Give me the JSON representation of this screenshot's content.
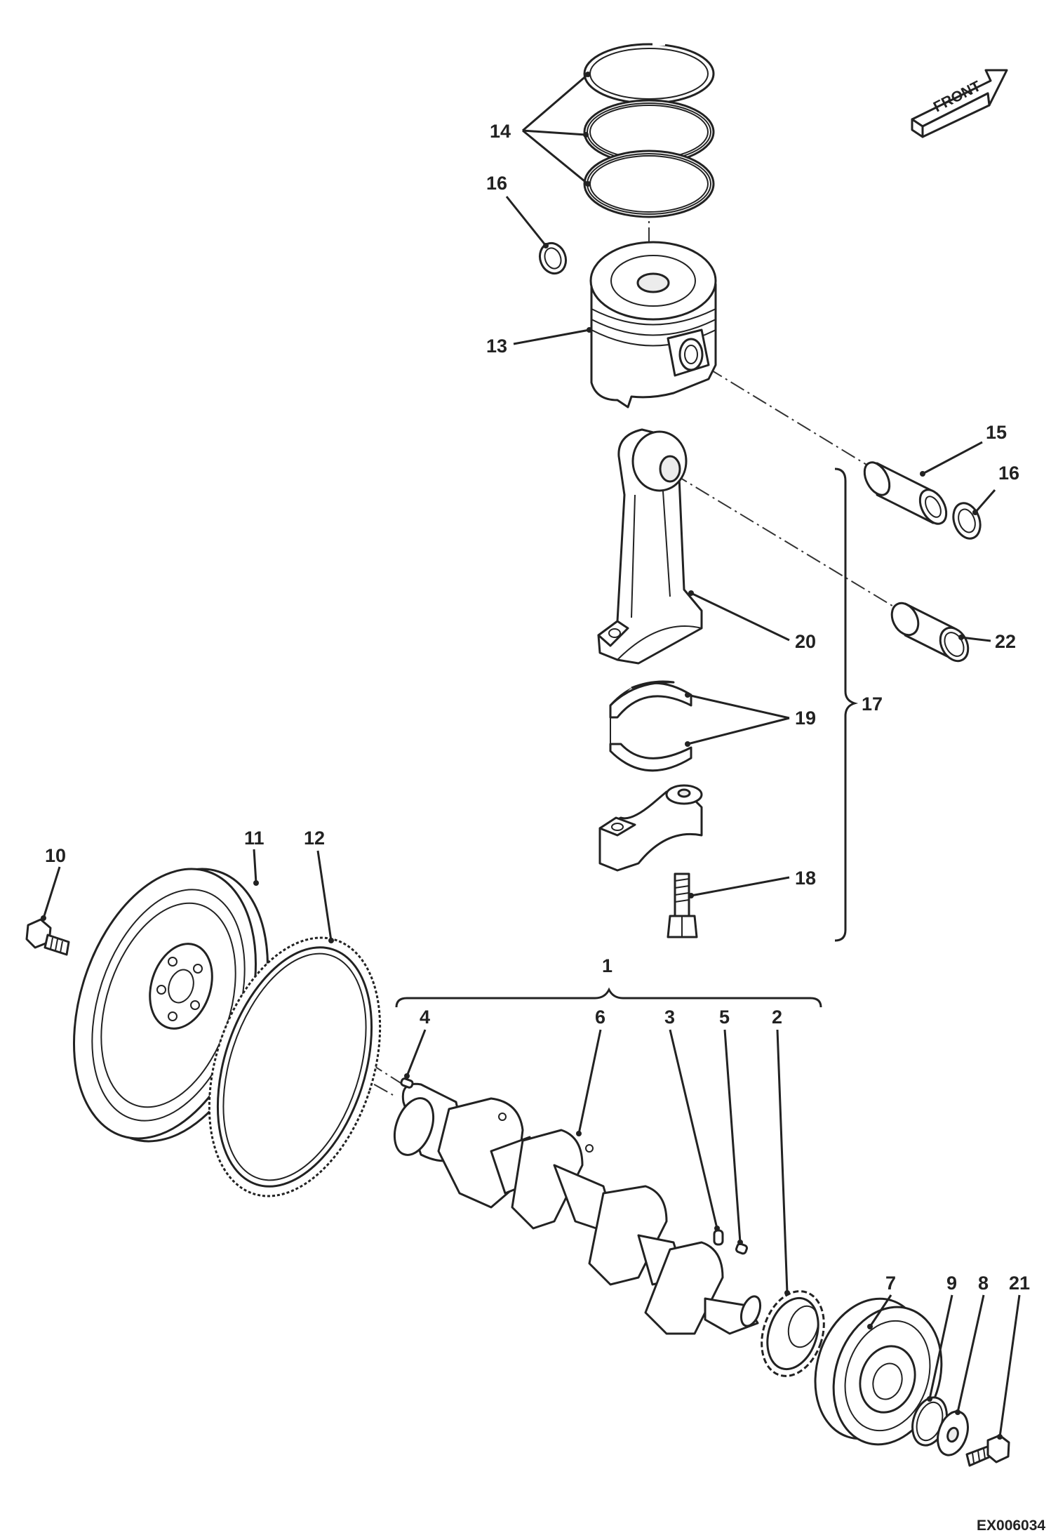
{
  "diagram": {
    "labels": {
      "p1": "1",
      "p2": "2",
      "p3": "3",
      "p4": "4",
      "p5": "5",
      "p6": "6",
      "p7": "7",
      "p8": "8",
      "p9": "9",
      "p10": "10",
      "p11": "11",
      "p12": "12",
      "p13": "13",
      "p14": "14",
      "p15": "15",
      "p16a": "16",
      "p16b": "16",
      "p17": "17",
      "p18": "18",
      "p19": "19",
      "p20": "20",
      "p21": "21",
      "p22": "22"
    },
    "front_badge": "FRONT",
    "document_id": "EX006034"
  }
}
